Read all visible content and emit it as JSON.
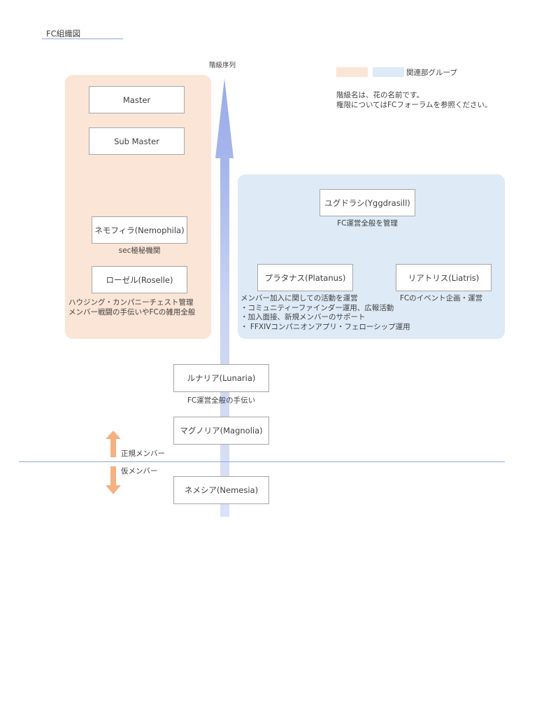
{
  "header": {
    "title": "FC組織図",
    "axis_label": "階級序列"
  },
  "legend": {
    "label": "関連部グループ",
    "swatch_colors": [
      "#fbe5d6",
      "#deeaf6"
    ],
    "note_lines": [
      "階級名は、花の名前です。",
      "権限についてはFCフォーラムを参照ください。"
    ]
  },
  "colors": {
    "orange_group": "#fbe5d6",
    "blue_group": "#deeaf6",
    "hierarchy_arrow": "#9aabe8",
    "member_arrow": "#f4b183",
    "divider": "#8faadc"
  },
  "orange_group": {
    "roles": [
      {
        "label": "Master"
      },
      {
        "label": "Sub Master"
      },
      {
        "label": "ネモフィラ(Nemophila)",
        "caption": "sec極秘機関"
      },
      {
        "label": "ローゼル(Roselle)",
        "caption_lines": [
          "ハウジング・カンパニーチェスト管理",
          "メンバー戦闘の手伝いやFCの雑用全般"
        ]
      }
    ]
  },
  "blue_group": {
    "roles": [
      {
        "label": "ユグドラシ(Yggdrasill)",
        "caption": "FC運営全般を管理"
      },
      {
        "label": "プラタナス(Platanus)",
        "caption_lines": [
          "メンバー加入に関しての活動を運営",
          "・コミュニティーファインダー運用、広報活動",
          "・加入面接、新規メンバーのサポート",
          "・ FFXIVコンパニオンアプリ・フェローシップ運用"
        ]
      },
      {
        "label": "リアトリス(Liatris)",
        "caption": "FCのイベント企画・運営"
      }
    ]
  },
  "ladder": {
    "roles": [
      {
        "label": "ルナリア(Lunaria)",
        "caption": "FC運営全般の手伝い"
      },
      {
        "label": "マグノリア(Magnolia)"
      },
      {
        "label": "ネメシア(Nemesia)"
      }
    ]
  },
  "membership": {
    "regular_label": "正規メンバー",
    "provisional_label": "仮メンバー"
  }
}
